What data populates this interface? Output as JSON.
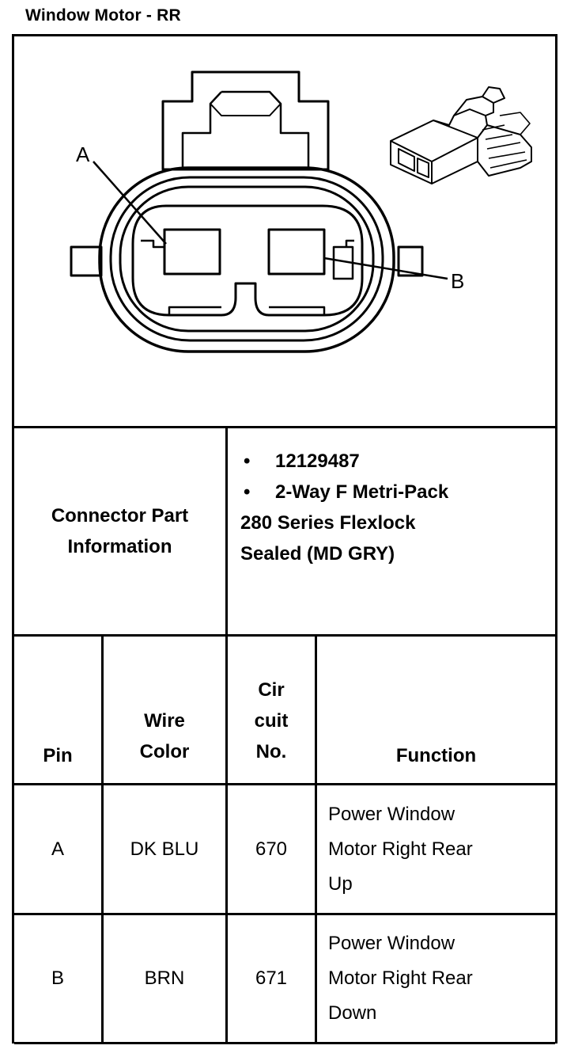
{
  "title": "Window Motor  - RR",
  "diagram": {
    "label_a": "A",
    "label_b": "B"
  },
  "connector_info": {
    "header_line1": "Connector Part",
    "header_line2": "Information",
    "bullet_glyph": "•",
    "part_number": "12129487",
    "desc_line1": "2-Way F Metri-Pack",
    "desc_line2": "280 Series Flexlock",
    "desc_line3": "Sealed (MD GRY)"
  },
  "table": {
    "headers": {
      "pin": "Pin",
      "wire_color_line1": "Wire",
      "wire_color_line2": "Color",
      "circuit_line1": "Cir",
      "circuit_line2": "cuit",
      "circuit_line3": "No.",
      "function": "Function"
    },
    "rows": [
      {
        "pin": "A",
        "wire_color": "DK BLU",
        "circuit": "670",
        "function_lines": [
          "Power Window",
          "Motor Right Rear",
          "Up"
        ]
      },
      {
        "pin": "B",
        "wire_color": "BRN",
        "circuit": "671",
        "function_lines": [
          "Power Window",
          "Motor Right Rear",
          "Down"
        ]
      }
    ]
  }
}
